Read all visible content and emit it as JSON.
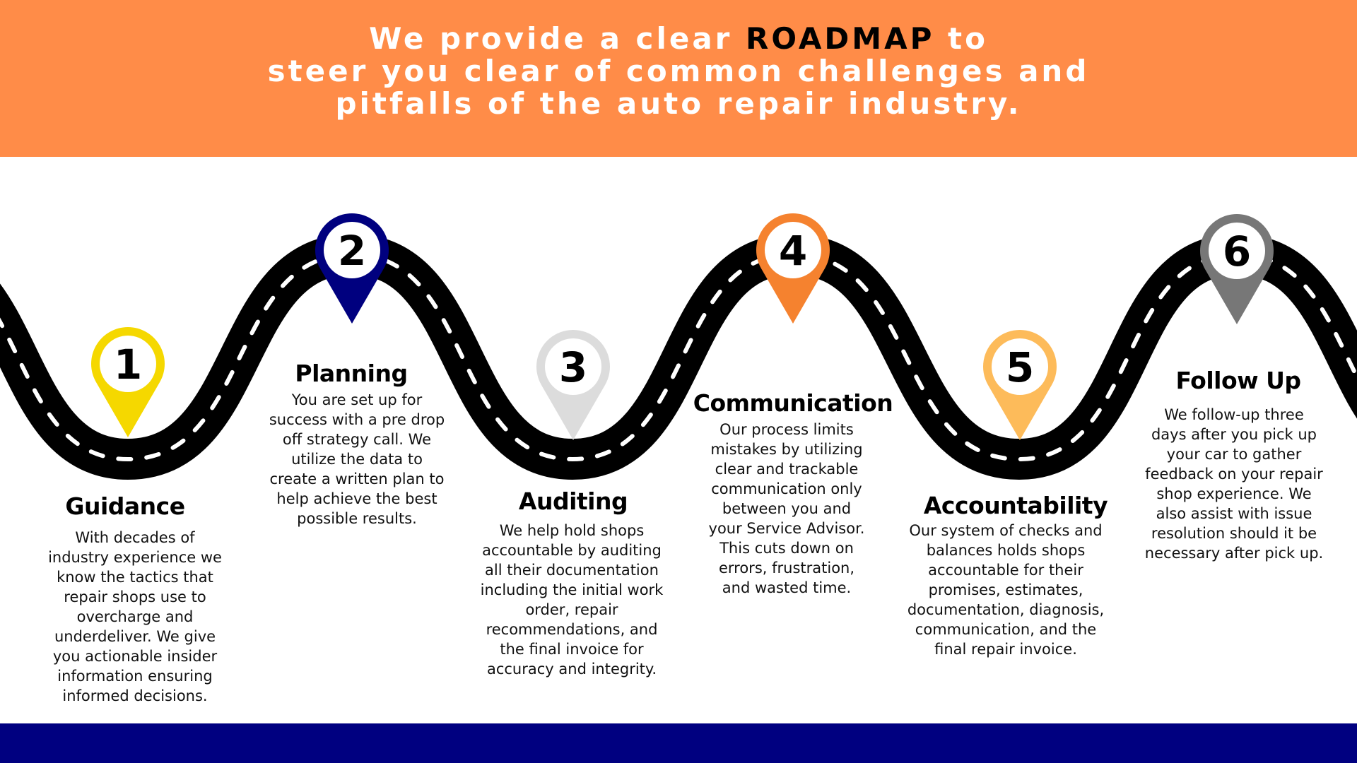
{
  "header": {
    "line1_before": "We provide a clear ",
    "line1_highlight": "ROADMAP",
    "line1_after": " to",
    "line2": "steer you clear of common challenges and",
    "line3": "pitfalls of the auto repair industry."
  },
  "colors": {
    "header_bg": "#FF8C48",
    "footer_bg": "#000080",
    "road": "#000000"
  },
  "steps": [
    {
      "number": "1",
      "title": "Guidance",
      "pin_color": "#F5D800",
      "lines": [
        "With decades of",
        "industry experience we",
        "know the tactics that",
        "repair shops use to",
        "overcharge and",
        "underdeliver. We give",
        "you actionable insider",
        "information ensuring",
        "informed decisions."
      ]
    },
    {
      "number": "2",
      "title": "Planning",
      "pin_color": "#00007F",
      "lines": [
        "You are set up for",
        "success with a pre drop",
        "off strategy call.  We",
        "utilize the data to",
        "create a written plan to",
        "help achieve the best",
        "possible results."
      ]
    },
    {
      "number": "3",
      "title": "Auditing",
      "pin_color": "#DCDCDC",
      "lines": [
        "We help hold shops",
        "accountable by auditing",
        "all their documentation",
        "including the initial work",
        "order, repair",
        "recommendations, and",
        "the final invoice for",
        "accuracy and integrity."
      ]
    },
    {
      "number": "4",
      "title": "Communication",
      "pin_color": "#F5822F",
      "lines": [
        "Our process limits",
        "mistakes by utilizing",
        "clear and trackable",
        "communication only",
        "between you and",
        "your Service Advisor.",
        "This cuts down on",
        "errors, frustration,",
        "and wasted time."
      ]
    },
    {
      "number": "5",
      "title": "Accountability",
      "pin_color": "#FDBB5A",
      "lines": [
        "Our system of checks and",
        "balances holds shops",
        "accountable for their",
        "promises, estimates,",
        "documentation, diagnosis,",
        "communication, and the",
        "final repair invoice."
      ]
    },
    {
      "number": "6",
      "title": "Follow Up",
      "pin_color": "#777777",
      "lines": [
        "We follow-up three",
        "days after you pick up",
        "your car to gather",
        "feedback on your repair",
        "shop experience.  We",
        "also assist with issue",
        "resolution should it be",
        "necessary after pick up."
      ]
    }
  ]
}
